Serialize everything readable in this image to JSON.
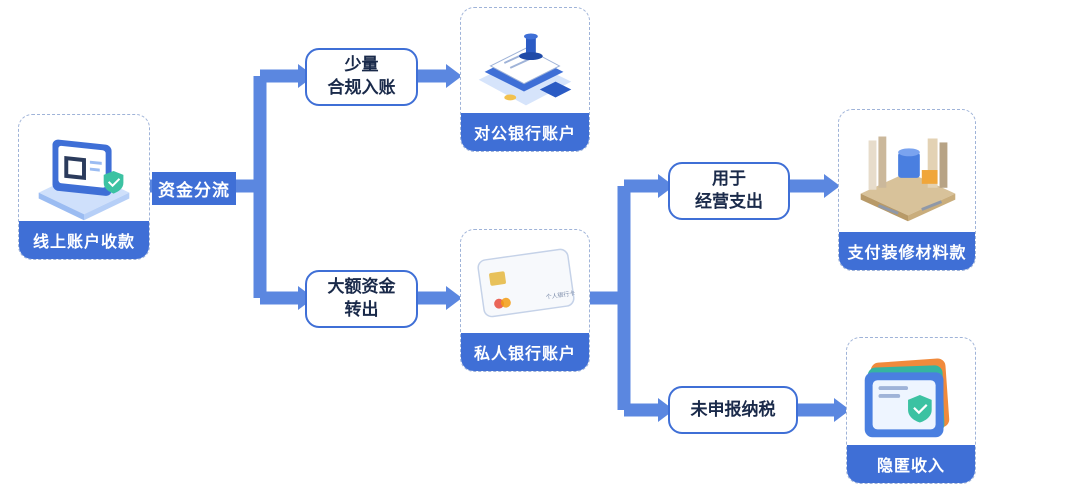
{
  "nodes": {
    "online_account": {
      "label": "线上账户收款"
    },
    "corporate_account": {
      "label": "对公银行账户"
    },
    "personal_account": {
      "label": "私人银行账户"
    },
    "decoration_payment": {
      "label": "支付装修材料款"
    },
    "hidden_income": {
      "label": "隐匿收入"
    }
  },
  "edges": {
    "fund_split": {
      "label": "资金分流"
    },
    "small_compliant": {
      "line1": "少量",
      "line2": "合规入账"
    },
    "large_transfer": {
      "line1": "大额资金",
      "line2": "转出"
    },
    "for_operations": {
      "line1": "用于",
      "line2": "经营支出"
    },
    "no_tax_report": {
      "label": "未申报纳税"
    }
  },
  "illustrations": {
    "card_text": "个人银行卡"
  },
  "colors": {
    "accent": "#3f6fd6",
    "card_border": "#9fb3d8",
    "text": "#1a2a4a"
  }
}
